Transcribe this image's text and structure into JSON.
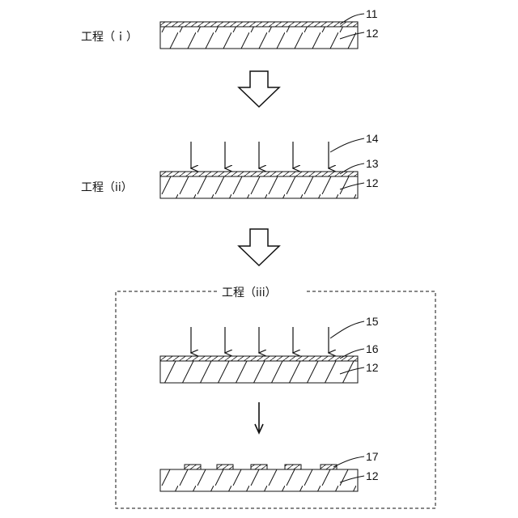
{
  "steps": [
    {
      "label": "工程（ｉ）",
      "refs": {
        "top_layer": "11",
        "substrate": "12"
      }
    },
    {
      "label": "工程（ii）",
      "refs": {
        "irradiation": "14",
        "top_layer": "13",
        "substrate": "12"
      }
    },
    {
      "label": "工程（iii）",
      "refs": {
        "irradiation": "15",
        "top_layer": "16",
        "substrate_a": "12",
        "pattern": "17",
        "substrate_b": "12"
      }
    }
  ],
  "colors": {
    "line": "#111111",
    "background": "#ffffff"
  }
}
